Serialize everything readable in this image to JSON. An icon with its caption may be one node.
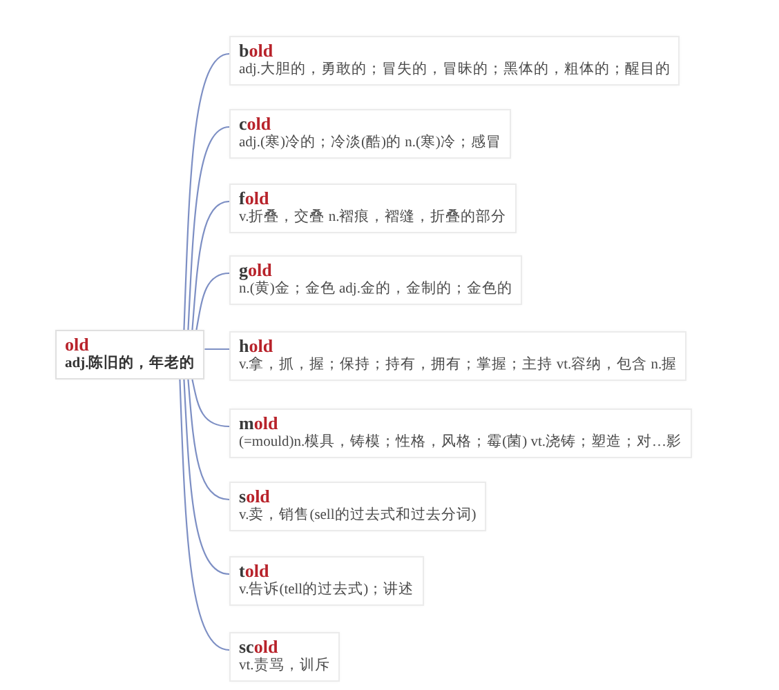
{
  "diagram": {
    "nodes": [
      {
        "text": [
          "old",
          "adj.陈旧的，年老的"
        ]
      },
      {
        "text": [
          "b**old**",
          "adj.大胆的，勇敢的；冒失的，冒昧的；黑体的，粗体的；醒目的"
        ]
      },
      {
        "text": [
          "c**old**",
          "adj.(寒)冷的；冷淡(酷)的 n.(寒)冷；感冒"
        ]
      },
      {
        "text": [
          "f**old**",
          "v.折叠，交叠 n.褶痕，褶缝，折叠的部分"
        ]
      },
      {
        "text": [
          "g**old**",
          "n.(黄)金；金色 adj.金的，金制的；金色的"
        ]
      },
      {
        "text": [
          "h**old**",
          "v.拿，抓，握；保持；持有，拥有；掌握；主持 vt.容纳，包含 n.握"
        ]
      },
      {
        "text": [
          "m**old**",
          "(=mould)n.模具，铸模；性格，风格；霉(菌) vt.浇铸；塑造；对…影"
        ]
      },
      {
        "text": [
          "s**old**",
          "v.卖，销售(sell的过去式和过去分词)"
        ]
      },
      {
        "text": [
          "t**old**",
          "v.告诉(tell的过去式)；讲述"
        ]
      },
      {
        "text": [
          "sc**old**",
          "vt.责骂，训斥"
        ]
      }
    ],
    "edges": [
      {
        "from": 0,
        "to": 1,
        "arrow": "none"
      },
      {
        "from": 0,
        "to": 2,
        "arrow": "none"
      },
      {
        "from": 0,
        "to": 3,
        "arrow": "none"
      },
      {
        "from": 0,
        "to": 4,
        "arrow": "none"
      },
      {
        "from": 0,
        "to": 5,
        "arrow": "none"
      },
      {
        "from": 0,
        "to": 6,
        "arrow": "none"
      },
      {
        "from": 0,
        "to": 7,
        "arrow": "none"
      },
      {
        "from": 0,
        "to": 8,
        "arrow": "none"
      },
      {
        "from": 0,
        "to": 9,
        "arrow": "none"
      }
    ]
  }
}
